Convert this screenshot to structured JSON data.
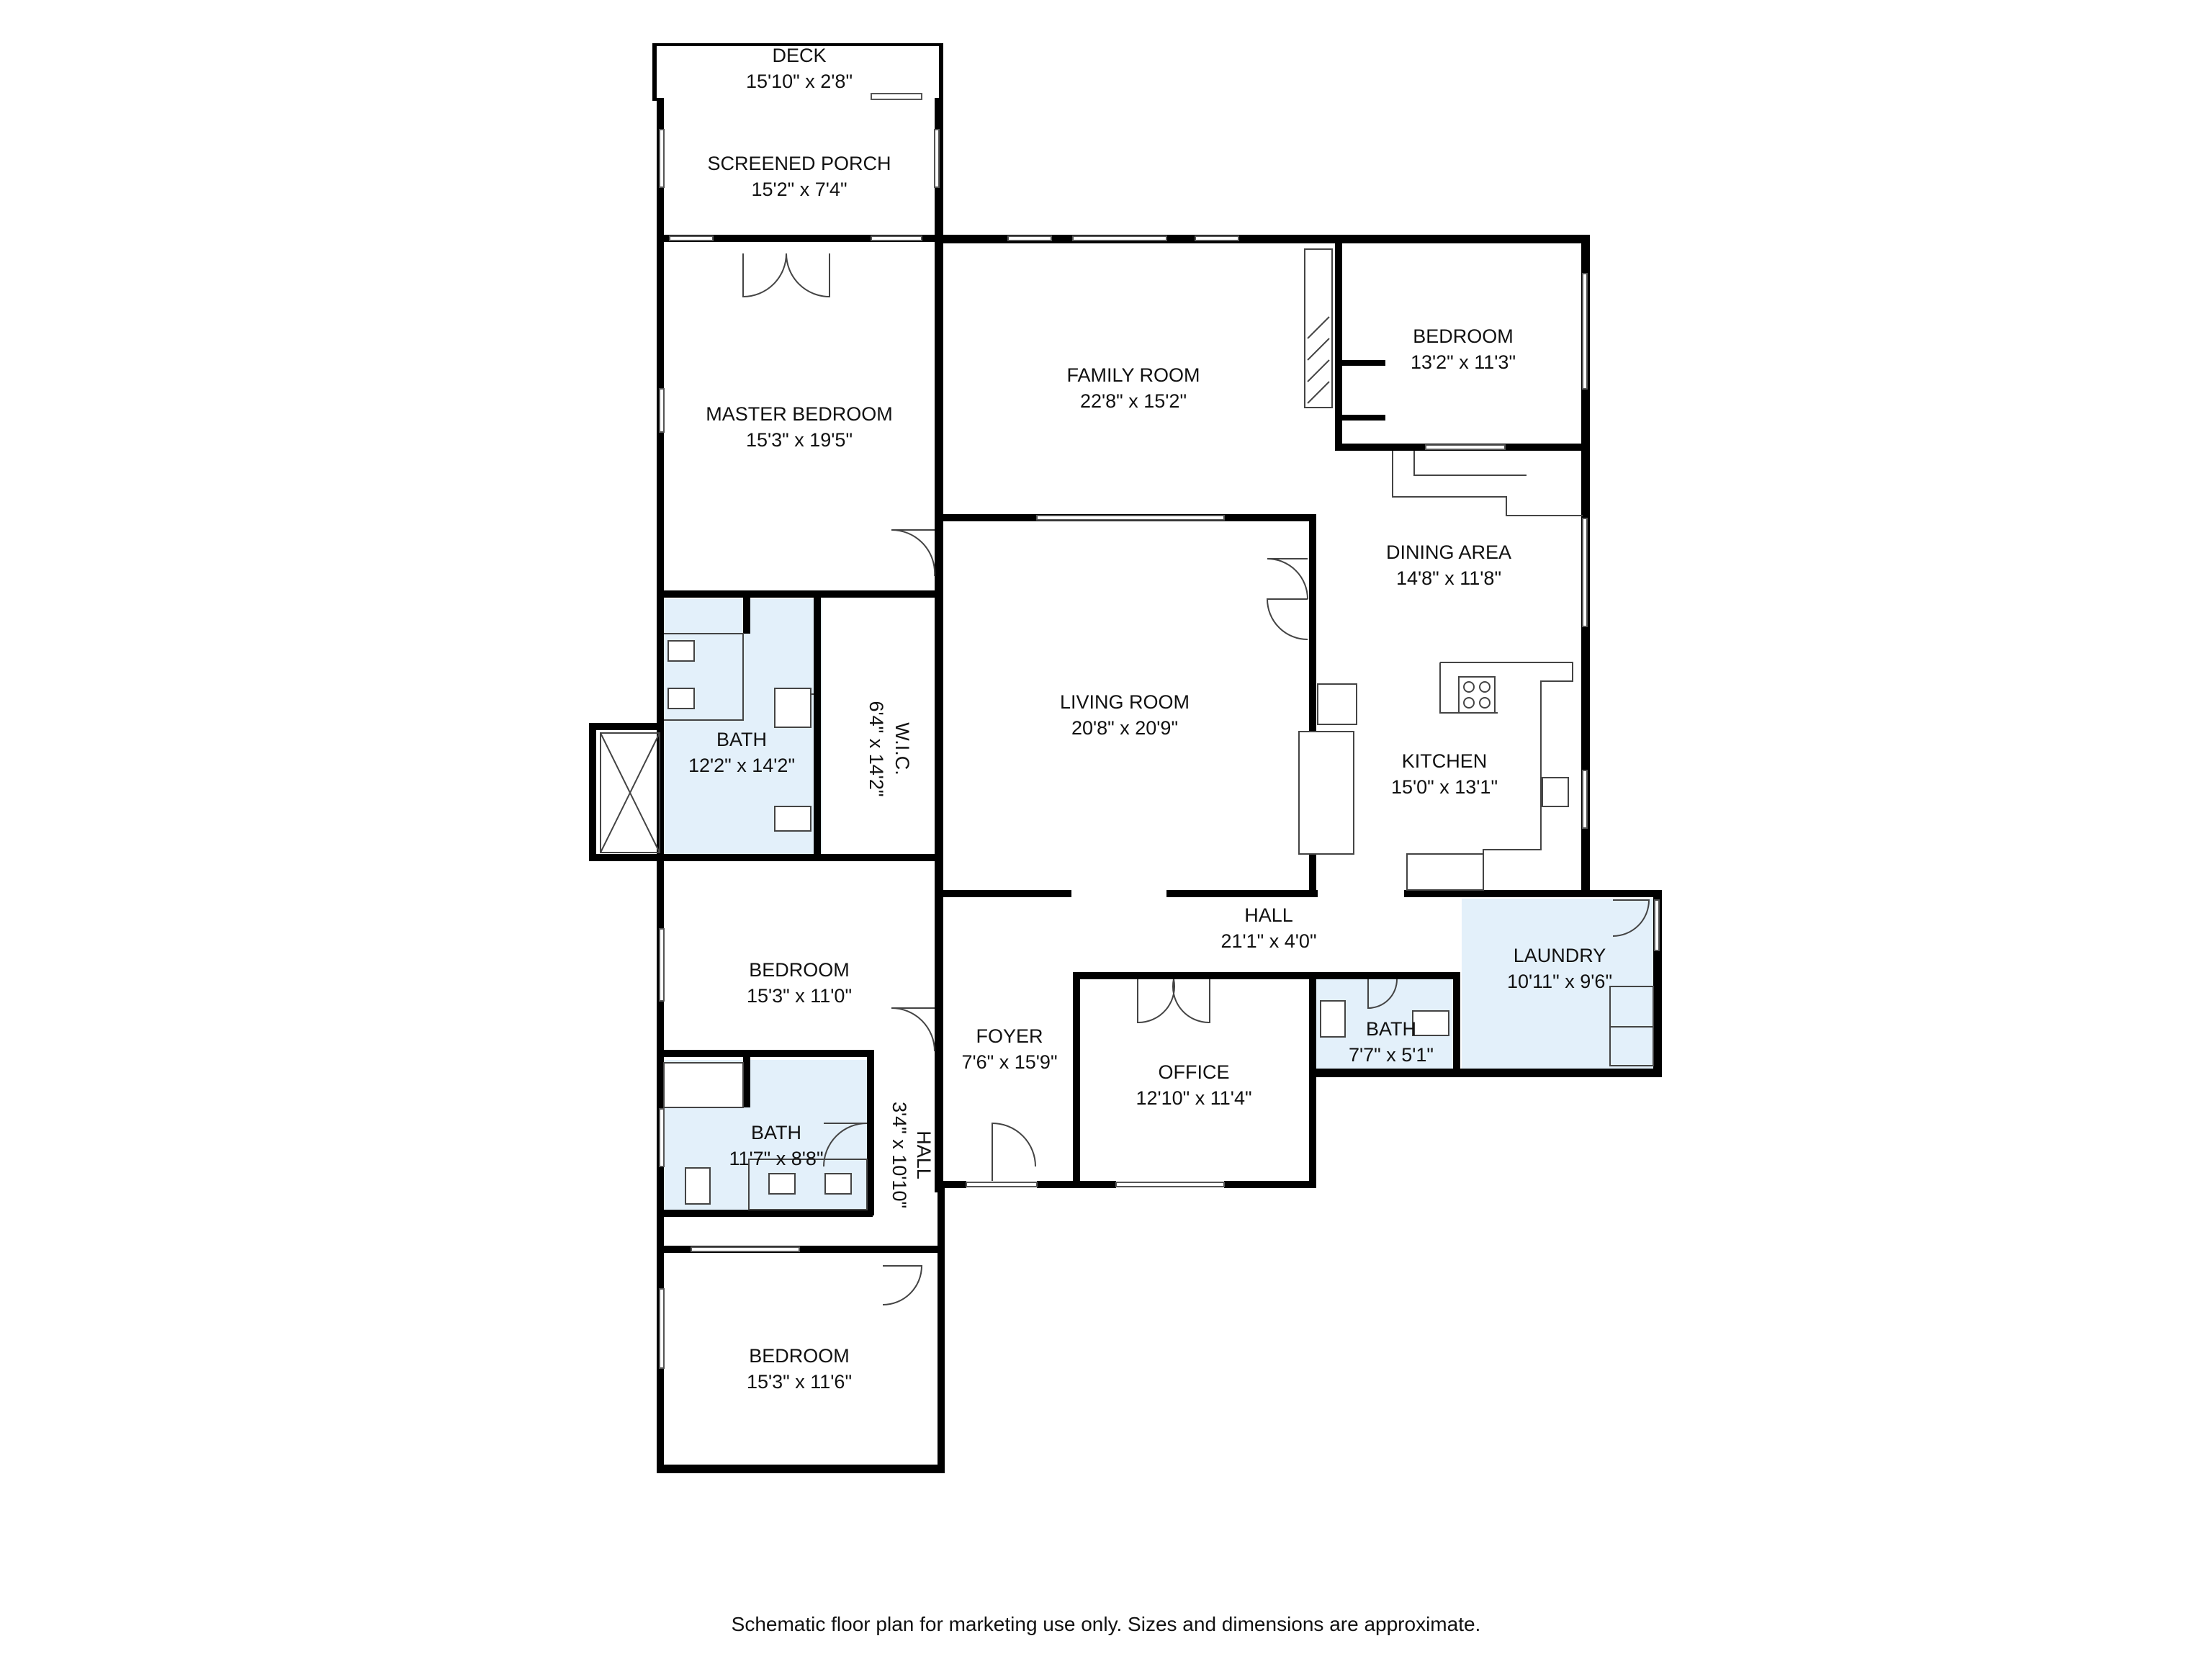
{
  "rooms": [
    {
      "id": "deck",
      "name": "DECK",
      "dims": "15'10\" x 2'8\""
    },
    {
      "id": "screened-porch",
      "name": "SCREENED PORCH",
      "dims": "15'2\" x 7'4\""
    },
    {
      "id": "master-bedroom",
      "name": "MASTER BEDROOM",
      "dims": "15'3\" x 19'5\""
    },
    {
      "id": "family-room",
      "name": "FAMILY ROOM",
      "dims": "22'8\" x 15'2\""
    },
    {
      "id": "bedroom-ne",
      "name": "BEDROOM",
      "dims": "13'2\" x 11'3\""
    },
    {
      "id": "dining-area",
      "name": "DINING AREA",
      "dims": "14'8\" x 11'8\""
    },
    {
      "id": "master-bath",
      "name": "BATH",
      "dims": "12'2\" x 14'2\""
    },
    {
      "id": "wic",
      "name": "W.I.C.",
      "dims": "6'4\" x 14'2\""
    },
    {
      "id": "living-room",
      "name": "LIVING ROOM",
      "dims": "20'8\" x 20'9\""
    },
    {
      "id": "kitchen",
      "name": "KITCHEN",
      "dims": "15'0\" x 13'1\""
    },
    {
      "id": "hall-main",
      "name": "HALL",
      "dims": "21'1\" x 4'0\""
    },
    {
      "id": "laundry",
      "name": "LAUNDRY",
      "dims": "10'11\" x 9'6\""
    },
    {
      "id": "bedroom-w1",
      "name": "BEDROOM",
      "dims": "15'3\" x 11'0\""
    },
    {
      "id": "foyer",
      "name": "FOYER",
      "dims": "7'6\" x 15'9\""
    },
    {
      "id": "office",
      "name": "OFFICE",
      "dims": "12'10\" x 11'4\""
    },
    {
      "id": "half-bath",
      "name": "BATH",
      "dims": "7'7\" x 5'1\""
    },
    {
      "id": "bath-w",
      "name": "BATH",
      "dims": "11'7\" x 8'8\""
    },
    {
      "id": "hall-side",
      "name": "HALL",
      "dims": "3'4\" x 10'10\""
    },
    {
      "id": "bedroom-sw",
      "name": "BEDROOM",
      "dims": "15'3\" x 11'6\""
    }
  ],
  "disclaimer": "Schematic floor plan for marketing use only. Sizes and dimensions are approximate.",
  "colors": {
    "wall": "#000000",
    "bath_fill": "#e3f0fa",
    "background": "#ffffff"
  }
}
